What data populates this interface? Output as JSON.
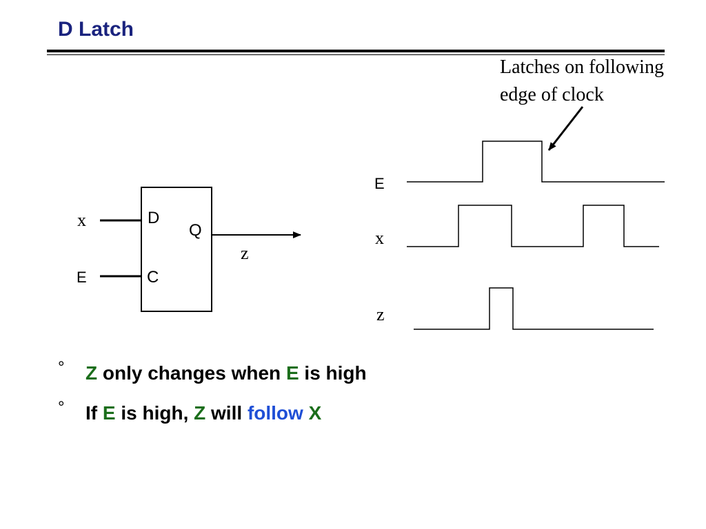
{
  "slide": {
    "title": "D Latch"
  },
  "callout": {
    "line1": "Latches on following",
    "line2": "edge of clock"
  },
  "latch": {
    "input_x": "x",
    "input_e": "E",
    "pin_d": "D",
    "pin_c": "C",
    "pin_q": "Q",
    "output_z": "z"
  },
  "timing": {
    "label_e": "E",
    "label_x": "x",
    "label_z": "z"
  },
  "bullets": [
    {
      "mark": "°",
      "parts": [
        "Z",
        " only changes when ",
        "E",
        " is high"
      ]
    },
    {
      "mark": "°",
      "parts": [
        "If ",
        "E",
        " is high, ",
        "Z",
        " will ",
        "follow",
        " X"
      ]
    }
  ]
}
